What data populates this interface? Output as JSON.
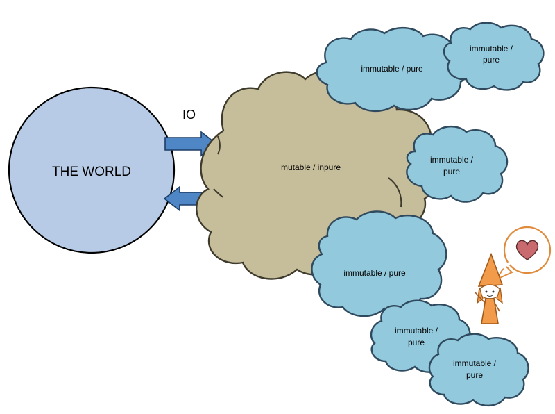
{
  "world": {
    "label": "THE WORLD"
  },
  "io": {
    "label": "IO"
  },
  "core": {
    "label": "mutable / inpure"
  },
  "pure_clouds": [
    {
      "line1": "immutable / pure",
      "line2": ""
    },
    {
      "line1": "immutable /",
      "line2": "pure"
    },
    {
      "line1": "immutable /",
      "line2": "pure"
    },
    {
      "line1": "immutable / pure",
      "line2": ""
    },
    {
      "line1": "immutable /",
      "line2": "pure"
    },
    {
      "line1": "immutable /",
      "line2": "pure"
    }
  ],
  "colors": {
    "world_fill": "#b7cbe6",
    "arrow_fill": "#4f86c6",
    "pure_fill": "#93c9dc",
    "impure_fill": "#c6bd9b",
    "character_fill": "#f29b4a",
    "heart_fill": "#c96a6e"
  }
}
